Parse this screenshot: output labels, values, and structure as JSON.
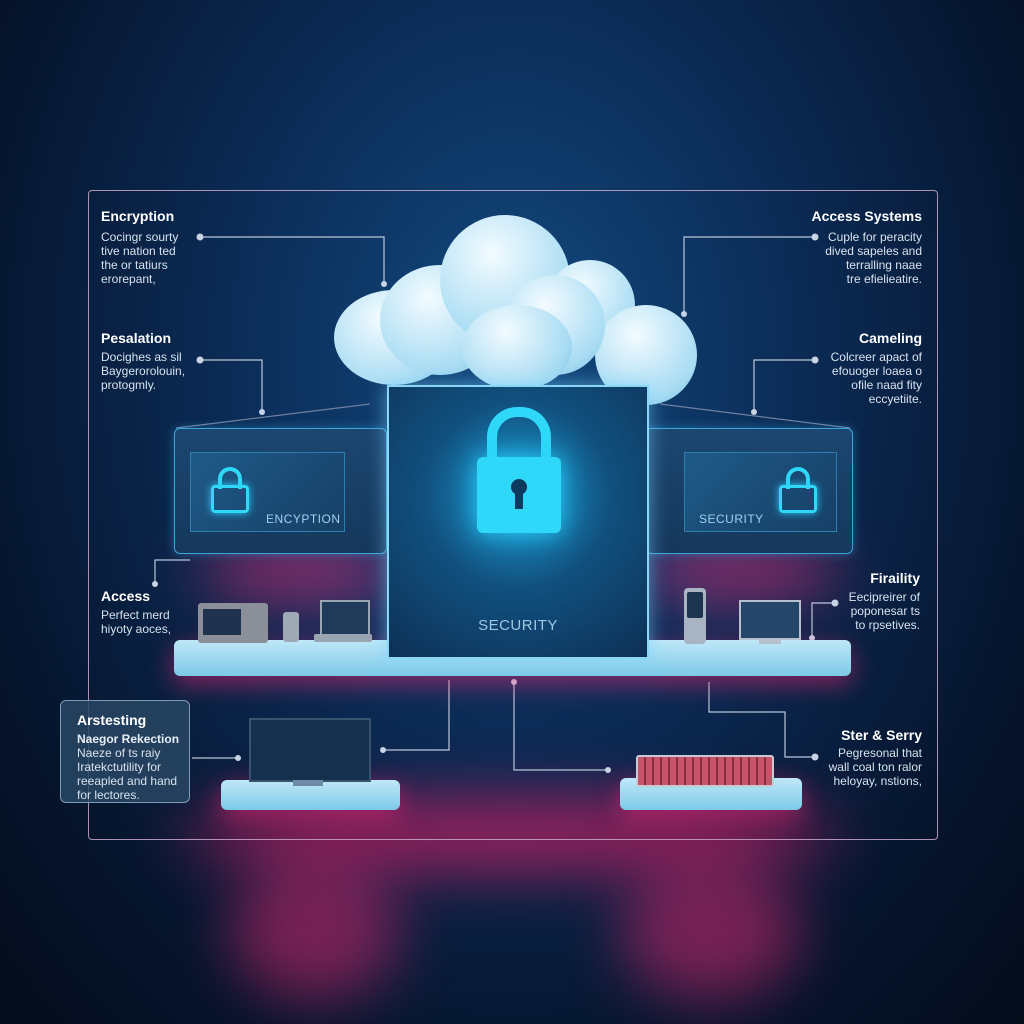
{
  "callouts": {
    "encryption": {
      "title": "Encryption",
      "body": [
        "Cocingr sourty",
        "tive nation ted",
        "the or tatiurs",
        "erorepant,"
      ]
    },
    "pesalation": {
      "title": "Pesalation",
      "body": [
        "Docighes as sil",
        "Baygerorolouin,",
        "protogmly."
      ]
    },
    "access_systems": {
      "title": "Access Systems",
      "body": [
        "Cuple for peracity",
        "dived sapeles and",
        "terralling naae",
        "tre efielieatire."
      ]
    },
    "cameling": {
      "title": "Cameling",
      "body": [
        "Colcreer apact of",
        "efouoger loaea o",
        "ofile naad fity",
        "eccyetiite."
      ]
    },
    "access": {
      "title": "Access",
      "body": [
        "Perfect merd",
        "hiyoty aoces,"
      ]
    },
    "arstesting": {
      "title": "Arstesting",
      "subtitle": "Naegor Rekection",
      "body": [
        "Naeze of ts raiy",
        "Iratekctutility for",
        "reeapled and hand",
        "for lectores."
      ]
    },
    "firaility": {
      "title": "Firaility",
      "body": [
        "Eecipreirer of",
        "poponesar ts",
        "to rpsetives."
      ]
    },
    "ster_serry": {
      "title": "Ster & Serry",
      "body": [
        "Pegresonal that",
        "wall coal ton ralor",
        "heloyay, nstions,"
      ]
    }
  },
  "panels": {
    "left_label": "ENCYPTION",
    "right_label": "SECURITY",
    "center_label": "SECURITY"
  },
  "icons": [
    "lock-icon",
    "cloud-icon",
    "monitor-icon",
    "keyboard-icon",
    "phone-icon",
    "laptop-icon",
    "router-icon"
  ],
  "colors": {
    "accent_cyan": "#2fd8f8",
    "accent_pink": "#ff2a7a",
    "background": "#0b2b55"
  }
}
